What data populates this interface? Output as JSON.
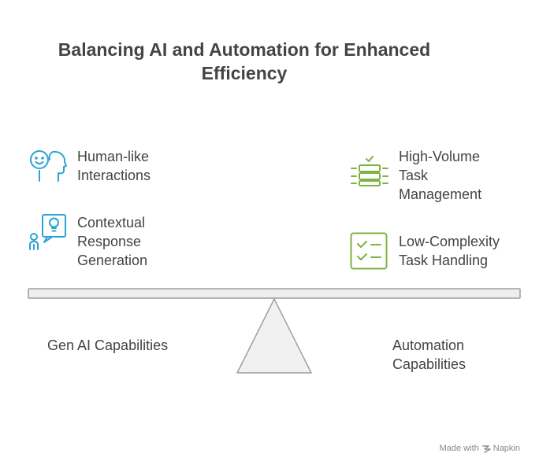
{
  "title_line1": "Balancing AI and Automation for Enhanced",
  "title_line2": "Efficiency",
  "left_items": [
    {
      "label": "Human-like\nInteractions",
      "icon": "human-head-smiley-icon"
    },
    {
      "label": "Contextual\nResponse\nGeneration",
      "icon": "person-lightbulb-chat-icon"
    }
  ],
  "right_items": [
    {
      "label": "High-Volume\nTask\nManagement",
      "icon": "server-stack-check-icon"
    },
    {
      "label": "Low-Complexity\nTask Handling",
      "icon": "checklist-icon"
    }
  ],
  "left_group_label": "Gen AI Capabilities",
  "right_group_label": "Automation\nCapabilities",
  "credit": {
    "prefix": "Made with",
    "brand": "Napkin"
  },
  "colors": {
    "left_accent": "#2aa4d5",
    "right_accent": "#7cb342",
    "text": "#444444",
    "scale_fill": "#eeeeee",
    "scale_stroke": "#9e9e9e"
  }
}
